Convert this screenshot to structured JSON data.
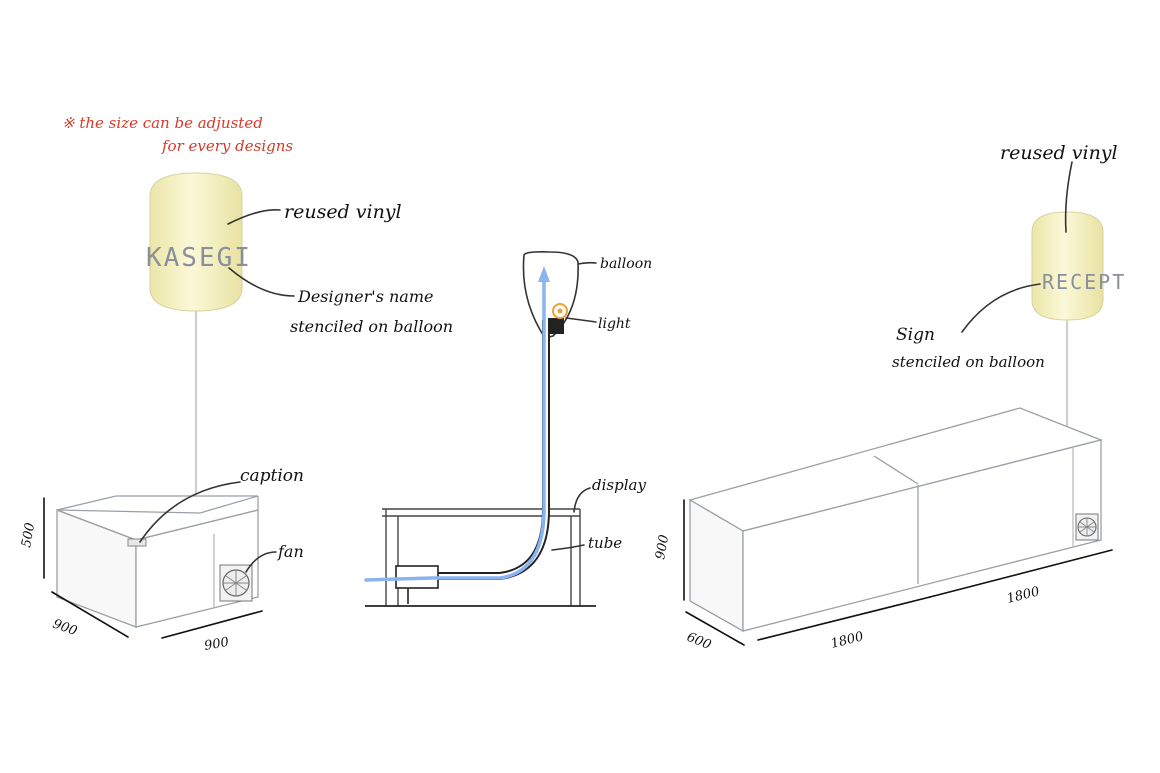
{
  "note": {
    "line1": "※ the size can be adjusted",
    "line2": "for every designs"
  },
  "left_unit": {
    "balloon_text": "KASEGI",
    "label_material": "reused vinyl",
    "label_name_line1": "Designer's name",
    "label_name_line2": "stenciled on balloon",
    "label_caption": "caption",
    "label_fan": "fan",
    "dim_height": "500",
    "dim_depth": "900",
    "dim_width": "900"
  },
  "middle_section": {
    "label_balloon": "balloon",
    "label_light": "light",
    "label_display": "display",
    "label_tube": "tube"
  },
  "right_unit": {
    "balloon_text": "RECEPT",
    "label_material": "reused vinyl",
    "label_sign_line1": "Sign",
    "label_sign_line2": "stenciled on balloon",
    "dim_height": "900",
    "dim_depth": "600",
    "dim_length_front": "1800",
    "dim_length_back": "1800"
  },
  "colors": {
    "balloon_fill": "#f3efc0",
    "airflow": "#8ab4f0",
    "note_red": "#d53a2a",
    "light": "#f0a030"
  }
}
